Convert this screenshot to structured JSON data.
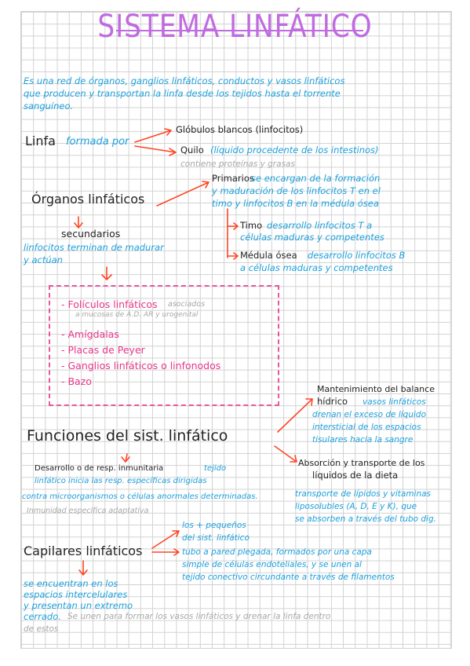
{
  "title": "SISTEMA LINFÁTICO",
  "intro": [
    "Es una red de órganos, ganglios linfáticos, conductos y vasos linfáticos",
    "que producen y transportan la linfa desde los tejidos hasta el torrente",
    "sanguíneo."
  ],
  "linfa": {
    "label": "Linfa",
    "formada": "formada por",
    "globulos": "Glóbulos blancos (linfocitos)",
    "quilo": "Quilo",
    "quilo_desc": "(líquido procedente de los intestinos)",
    "quilo_note": "contiene proteínas y grasas"
  },
  "organos": {
    "label": "Órganos linfáticos",
    "primarios_label": "Primarios",
    "primarios_lines": [
      "se encargan de la formación",
      "y maduración de los linfocitos T en el",
      "timo y linfocitos B en la médula ósea"
    ],
    "timo_label": "Timo",
    "timo_lines": [
      "desarrollo linfocitos T a",
      "células maduras y competentes"
    ],
    "medula_label": "Médula ósea",
    "medula_lines": [
      "desarrollo linfocitos B",
      "a células maduras y competentes"
    ],
    "secundarios_label": "secundarios",
    "secundarios_lines": [
      "linfocitos terminan de madurar",
      "y actúan"
    ]
  },
  "secundarios_list": [
    "- Folículos linfáticos",
    "- Amígdalas",
    "- Placas de Peyer",
    "- Ganglios linfáticos o linfonodos",
    "- Bazo"
  ],
  "foliculos_note_lines": [
    "asociados",
    "a mucosas de A.D. AR y urogenital"
  ],
  "funciones": {
    "label": "Funciones del sist. linfático",
    "mantenimiento_label_lines": [
      "Mantenimiento del balance",
      "hídrico"
    ],
    "mantenimiento_desc_lines": [
      "vasos linfáticos",
      "drenan el exceso de líquido",
      "intersticial de los espacios",
      "tisulares hacia la sangre"
    ],
    "absorcion_lines": [
      "Absorción y transporte de los",
      "líquidos de la dieta"
    ],
    "absorcion_desc_lines": [
      "transporte de lípidos y vitaminas",
      "liposolubles (A, D, E y K), que",
      "se absorben a través del tubo dig."
    ],
    "desarrollo_label": "Desarrollo o de resp. inmunitaria",
    "desarrollo_desc_lines": [
      "tejido",
      "linfático inicia las resp. específicas dirigidas",
      "contra microorganismos o células anormales determinadas."
    ],
    "inmunidad": "Inmunidad específica adaptativa"
  },
  "capilares": {
    "label": "Capilares linfáticos",
    "right1_lines": [
      "los + pequeños",
      "del sist. linfático"
    ],
    "right2_lines": [
      "tubo a pared plegada, formados por una capa",
      "simple de células endoteliales, y se unen al",
      "tejido conectivo circundante a través de filamentos"
    ],
    "below_lines": [
      "se encuentran en los",
      "espacios intercelulares",
      "y presentan un extremo",
      "cerrado."
    ],
    "below_gray_lines": [
      "Se unen para formar los vasos linfáticos y drenar la linfa dentro",
      "de estos"
    ]
  },
  "colors": {
    "title": "#c06be0",
    "blue": "#1ca0dc",
    "arrow": "#ff4422",
    "pink": "#e8559d"
  }
}
